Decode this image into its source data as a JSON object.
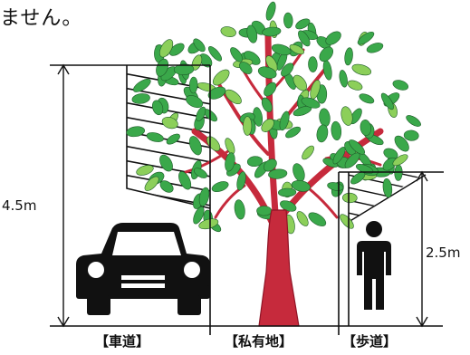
{
  "top_text": "ません。",
  "dimensions": {
    "left_height": "4.5m",
    "right_height": "2.5m"
  },
  "zones": {
    "road": "【車道】",
    "private_land": "【私有地】",
    "sidewalk": "【歩道】"
  },
  "colors": {
    "leaf": "#3aa84a",
    "leaf_light": "#8ccf5a",
    "trunk": "#c62a3c",
    "ink": "#111111"
  }
}
